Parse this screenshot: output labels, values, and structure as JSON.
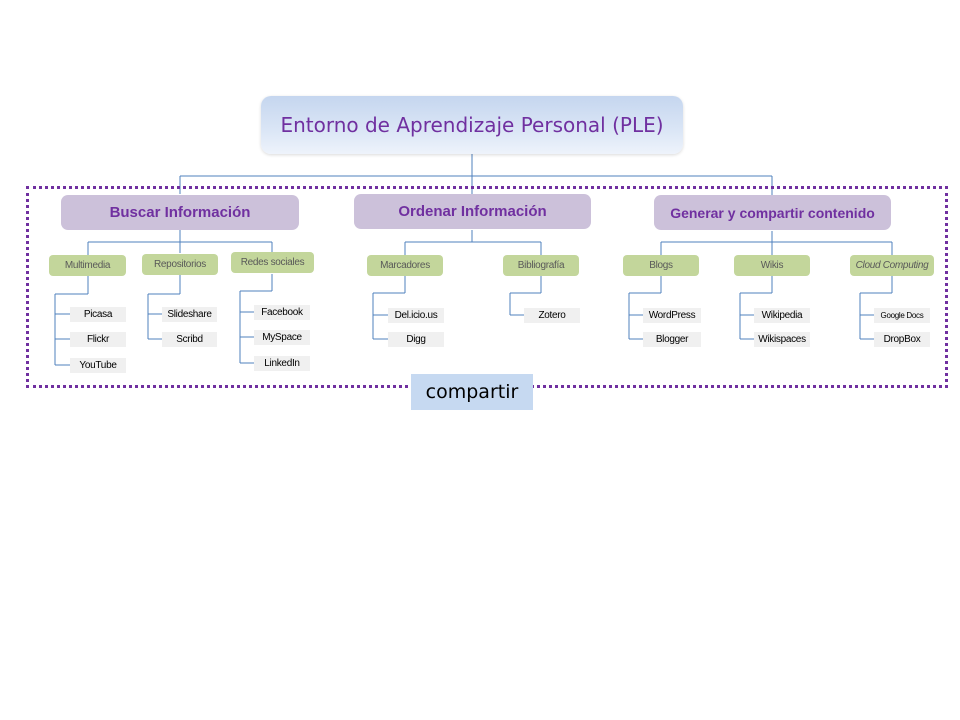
{
  "root": {
    "label": "Entorno de Aprendizaje Personal (PLE)"
  },
  "categories": [
    {
      "label": "Buscar Información",
      "subs": [
        {
          "label": "Multimedia",
          "items": [
            "Picasa",
            "Flickr",
            "YouTube"
          ]
        },
        {
          "label": "Repositorios",
          "items": [
            "Slideshare",
            "Scribd"
          ]
        },
        {
          "label": "Redes sociales",
          "items": [
            "Facebook",
            "MySpace",
            "LinkedIn"
          ]
        }
      ]
    },
    {
      "label": "Ordenar Información",
      "subs": [
        {
          "label": "Marcadores",
          "items": [
            "Del.icio.us",
            "Digg"
          ]
        },
        {
          "label": "Bibliografía",
          "items": [
            "Zotero"
          ]
        }
      ]
    },
    {
      "label": "Generar y compartir contenido",
      "subs": [
        {
          "label": "Blogs",
          "items": [
            "WordPress",
            "Blogger"
          ]
        },
        {
          "label": "Wikis",
          "items": [
            "Wikipedia",
            "Wikispaces"
          ]
        },
        {
          "label": "Cloud Computing",
          "items": [
            "Google Docs",
            "DropBox"
          ]
        }
      ]
    }
  ],
  "share_label": "compartir",
  "colors": {
    "accent_purple": "#7030a0",
    "category_fill": "#ccc1da",
    "sub_fill": "#c3d69b",
    "connector": "#4f81bd",
    "share_fill": "#c6d9f1"
  }
}
